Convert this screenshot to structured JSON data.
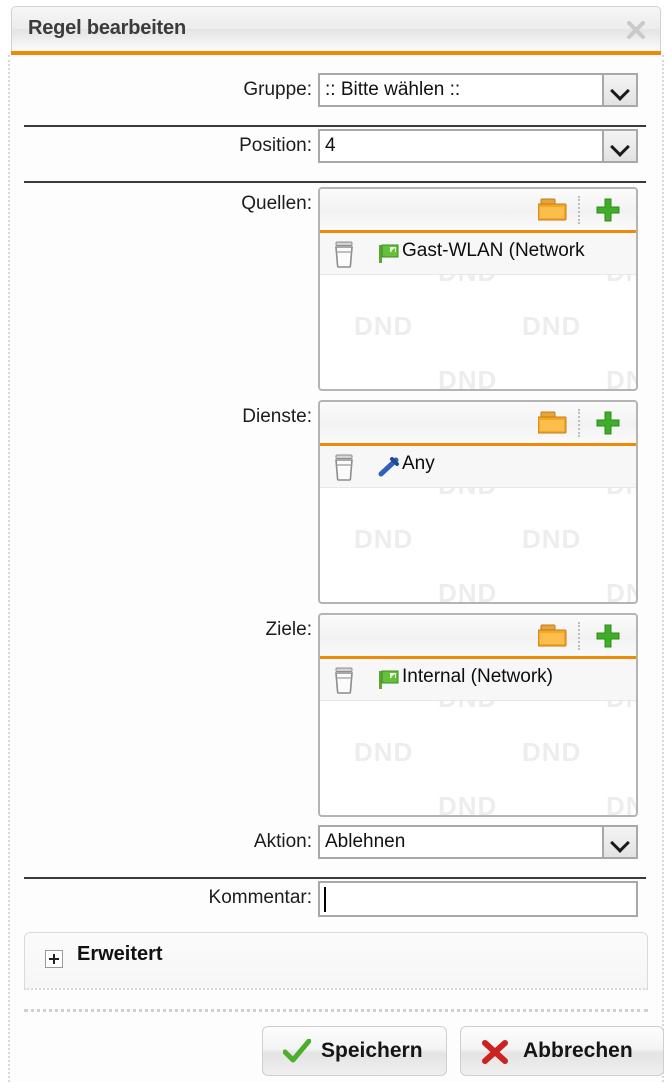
{
  "dialog": {
    "title": "Regel bearbeiten",
    "close_icon": "close-icon",
    "accent_color": "#ef8a08"
  },
  "form": {
    "gruppe": {
      "label": "Gruppe:",
      "value": ":: Bitte wählen ::",
      "control": "select"
    },
    "position": {
      "label": "Position:",
      "value": "4",
      "control": "select"
    },
    "quellen": {
      "label": "Quellen:",
      "toolbar": {
        "folder_icon": "folder-icon",
        "add_icon": "plus-icon"
      },
      "items": [
        {
          "name": "Gast-WLAN (Network",
          "icon": "network-flag-icon",
          "delete_icon": "trash-icon"
        }
      ],
      "watermark": "DND"
    },
    "dienste": {
      "label": "Dienste:",
      "toolbar": {
        "folder_icon": "folder-icon",
        "add_icon": "plus-icon"
      },
      "items": [
        {
          "name": "Any",
          "icon": "service-plug-icon",
          "delete_icon": "trash-icon"
        }
      ],
      "watermark": "DND"
    },
    "ziele": {
      "label": "Ziele:",
      "toolbar": {
        "folder_icon": "folder-icon",
        "add_icon": "plus-icon"
      },
      "items": [
        {
          "name": "Internal (Network)",
          "icon": "network-flag-icon",
          "delete_icon": "trash-icon"
        }
      ],
      "watermark": "DND"
    },
    "aktion": {
      "label": "Aktion:",
      "value": "Ablehnen",
      "control": "select"
    },
    "kommentar": {
      "label": "Kommentar:",
      "value": "",
      "control": "text"
    }
  },
  "advanced": {
    "label": "Erweitert",
    "expand_icon": "plus-box-icon",
    "expanded": false
  },
  "footer": {
    "save": {
      "label": "Speichern",
      "icon": "check-icon",
      "icon_color": "#4caf2b"
    },
    "cancel": {
      "label": "Abbrechen",
      "icon": "x-icon",
      "icon_color": "#cc2222"
    }
  }
}
